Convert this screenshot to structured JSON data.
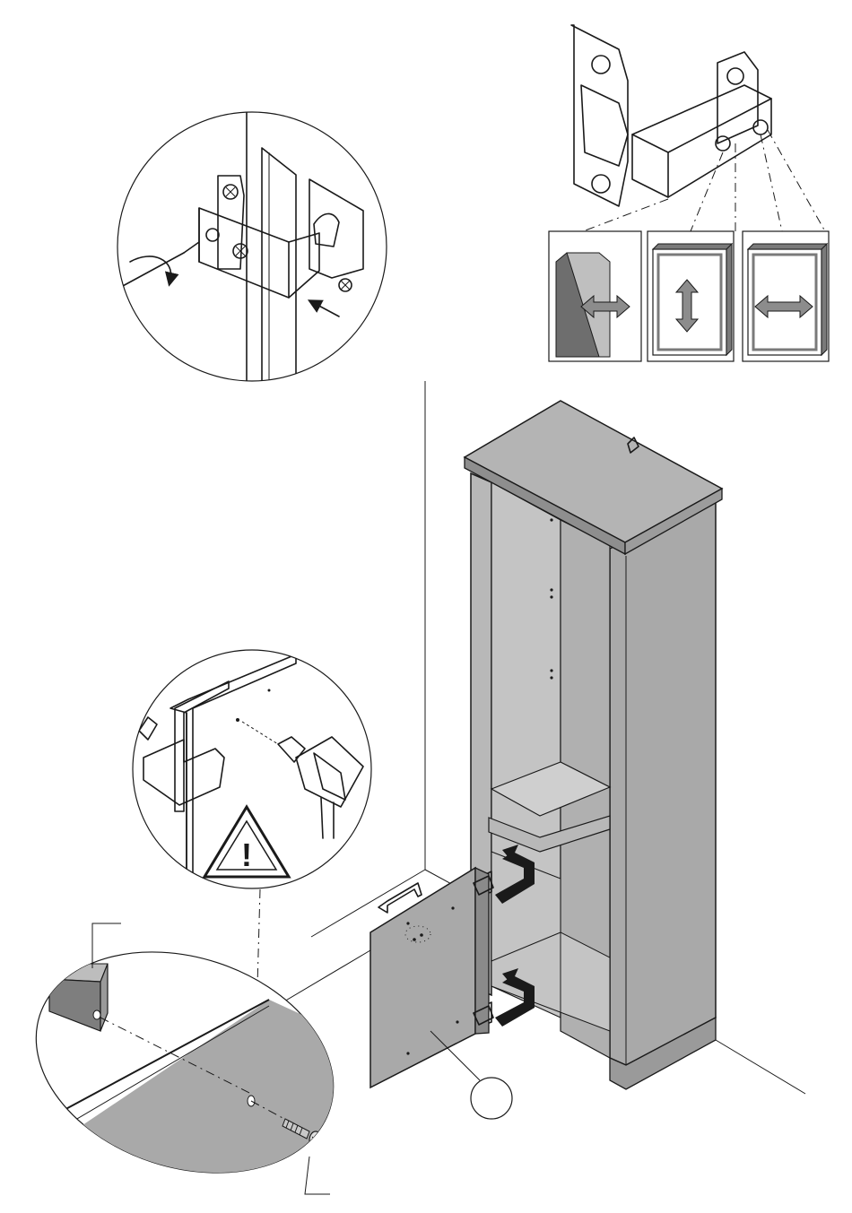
{
  "diagram": {
    "kind": "assembly-instruction",
    "colors": {
      "panel": "#a9a9a9",
      "panel_dark": "#8e8e8e",
      "panel_light": "#c4c4c4",
      "ink": "#1a1a1a",
      "arrow_light": "#8c8c8c",
      "door_swatch": "#6e6e6e"
    },
    "steps": [
      {
        "id": "hinge-screw-detail",
        "icon": "screwdriver-icon"
      },
      {
        "id": "hinge-adjustment",
        "icon": "hinge-icon",
        "modes": [
          "depth",
          "height",
          "side"
        ]
      },
      {
        "id": "pre-drill-detail",
        "icon": "drill-icon",
        "warning_icon": "warning-triangle-icon"
      },
      {
        "id": "handle-screw-detail",
        "icon": "handle-icon"
      },
      {
        "id": "door-mounting",
        "icon": "cabinet-icon",
        "arrows": 2
      }
    ],
    "warning_glyph": "!"
  }
}
